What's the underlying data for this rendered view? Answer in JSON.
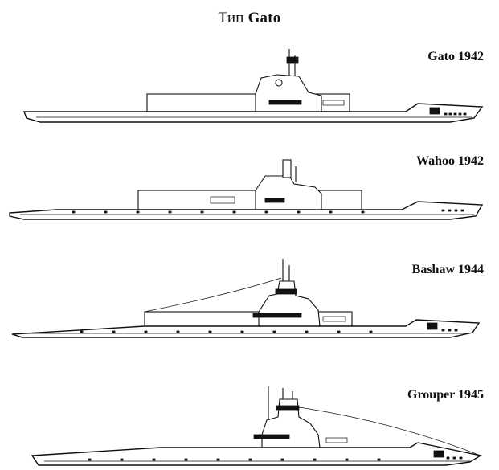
{
  "title": {
    "prefix": "Тип",
    "name": "Gato"
  },
  "submarines": [
    {
      "label": "Gato 1942"
    },
    {
      "label": "Wahoo 1942"
    },
    {
      "label": "Bashaw 1944"
    },
    {
      "label": "Grouper 1945"
    }
  ],
  "colors": {
    "ink": "#111111",
    "paper": "#ffffff"
  }
}
